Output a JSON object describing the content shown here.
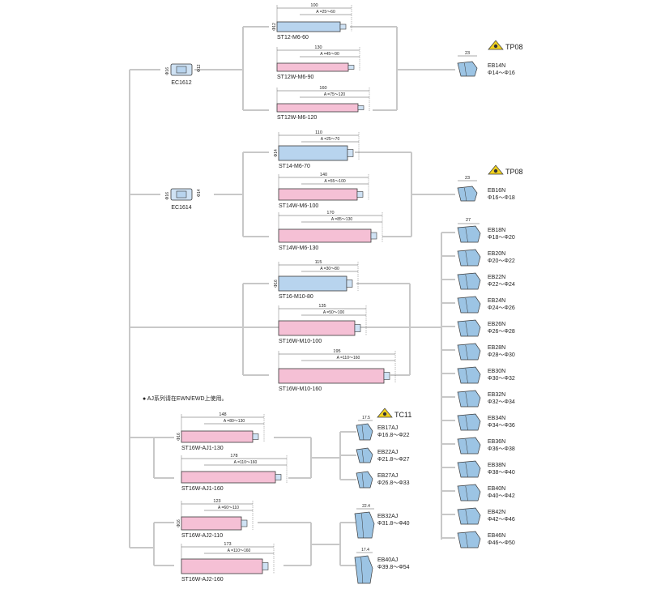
{
  "colors": {
    "connector": "#c8c8c8",
    "dim_line": "#555555",
    "blue_body": "#b8d4ee",
    "blue_shank": "#cfe2f4",
    "pink_body": "#f5c0d5",
    "outline": "#3a3a3a",
    "head_blue": "#9cc4e4",
    "badge_yellow": "#f2d21e",
    "label": "#222222"
  },
  "holders": [
    {
      "name": "EC1612",
      "dim_left": "Φ16",
      "dim_right": "Φ12"
    },
    {
      "name": "EC1614",
      "dim_left": "Φ16",
      "dim_right": "Φ14"
    }
  ],
  "bars": [
    {
      "name": "ST12-M6-60",
      "length": "100",
      "range": "A =25〜60",
      "dia": "Φ12",
      "color": "blue"
    },
    {
      "name": "ST12W-M6-90",
      "length": "130",
      "range": "A =45〜90",
      "color": "pink"
    },
    {
      "name": "ST12W-M6-120",
      "length": "160",
      "range": "A =75〜120",
      "color": "pink"
    },
    {
      "name": "ST14-M6-70",
      "length": "110",
      "range": "A =25〜70",
      "dia": "Φ14",
      "color": "blue"
    },
    {
      "name": "ST14W-M6-100",
      "length": "140",
      "range": "A =55〜100",
      "color": "pink"
    },
    {
      "name": "ST14W-M6-130",
      "length": "170",
      "range": "A =85〜130",
      "color": "pink"
    },
    {
      "name": "ST16-M10-80",
      "length": "115",
      "range": "A =30〜80",
      "dia": "Φ16",
      "color": "blue"
    },
    {
      "name": "ST16W-M10-100",
      "length": "135",
      "range": "A =50〜100",
      "color": "pink"
    },
    {
      "name": "ST16W-M10-160",
      "length": "195",
      "range": "A =110〜160",
      "color": "pink"
    },
    {
      "name": "ST16W-AJ1-130",
      "length": "148",
      "range": "A =80〜130",
      "dia": "Φ16",
      "color": "pink"
    },
    {
      "name": "ST16W-AJ1-160",
      "length": "178",
      "range": "A =110〜160",
      "color": "pink"
    },
    {
      "name": "ST16W-AJ2-110",
      "length": "123",
      "range": "A =60〜110",
      "dia": "Φ16",
      "color": "pink"
    },
    {
      "name": "ST16W-AJ2-160",
      "length": "173",
      "range": "A =110〜160",
      "color": "pink"
    }
  ],
  "badges": [
    {
      "label": "TP08"
    },
    {
      "label": "TP08"
    },
    {
      "label": "TC11"
    }
  ],
  "heads_top": [
    {
      "name": "EB14N",
      "range": "Φ14〜Φ16",
      "dim": "23"
    },
    {
      "name": "EB16N",
      "range": "Φ16〜Φ18",
      "dim": "23"
    }
  ],
  "heads_right_dim": "27",
  "heads_right": [
    {
      "name": "EB18N",
      "range": "Φ18〜Φ20"
    },
    {
      "name": "EB20N",
      "range": "Φ20〜Φ22"
    },
    {
      "name": "EB22N",
      "range": "Φ22〜Φ24"
    },
    {
      "name": "EB24N",
      "range": "Φ24〜Φ26"
    },
    {
      "name": "EB26N",
      "range": "Φ26〜Φ28"
    },
    {
      "name": "EB28N",
      "range": "Φ28〜Φ30"
    },
    {
      "name": "EB30N",
      "range": "Φ30〜Φ32"
    },
    {
      "name": "EB32N",
      "range": "Φ32〜Φ34"
    },
    {
      "name": "EB34N",
      "range": "Φ34〜Φ36"
    },
    {
      "name": "EB36N",
      "range": "Φ36〜Φ38"
    },
    {
      "name": "EB38N",
      "range": "Φ38〜Φ40"
    },
    {
      "name": "EB40N",
      "range": "Φ40〜Φ42"
    },
    {
      "name": "EB42N",
      "range": "Φ42〜Φ46"
    },
    {
      "name": "EB46N",
      "range": "Φ46〜Φ50"
    }
  ],
  "heads_aj": [
    {
      "name": "EB17AJ",
      "range": "Φ16.8〜Φ22",
      "dim": "17.5"
    },
    {
      "name": "EB22AJ",
      "range": "Φ21.8〜Φ27"
    },
    {
      "name": "EB27AJ",
      "range": "Φ26.8〜Φ33"
    },
    {
      "name": "EB32AJ",
      "range": "Φ31.8〜Φ40",
      "dim": "22.4"
    },
    {
      "name": "EB40AJ",
      "range": "Φ39.8〜Φ54",
      "dim": "17.4"
    }
  ],
  "note": "● AJ系列请在EWN/EWD上使用。"
}
